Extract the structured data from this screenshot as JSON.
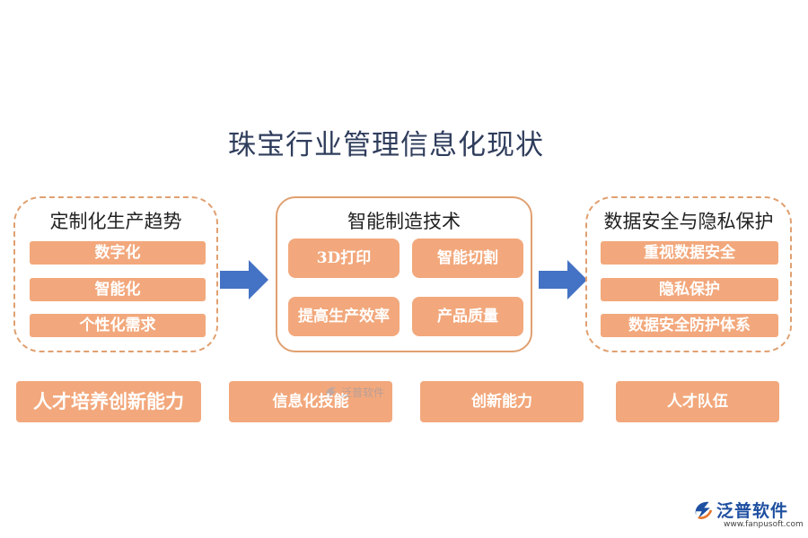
{
  "title": "珠宝行业管理信息化现状",
  "panels": [
    {
      "title": "定制化生产趋势",
      "items": [
        "数字化",
        "智能化",
        "个性化需求"
      ]
    },
    {
      "title": "智能制造技术",
      "items": [
        "3D打印",
        "智能切割",
        "提高生产效率",
        "产品质量"
      ]
    },
    {
      "title": "数据安全与隐私保护",
      "items": [
        "重视数据安全",
        "隐私保护",
        "数据安全防护体系"
      ]
    }
  ],
  "bottom": [
    "人才培养创新能力",
    "信息化技能",
    "创新能力",
    "人才队伍"
  ],
  "watermark": "泛普软件",
  "logo": {
    "name": "泛普软件",
    "url": "www.fanpusoft.com"
  },
  "colors": {
    "accent": "#f2a87c",
    "border": "#e0a070",
    "arrow": "#4472c4",
    "title": "#2f3d5c"
  }
}
